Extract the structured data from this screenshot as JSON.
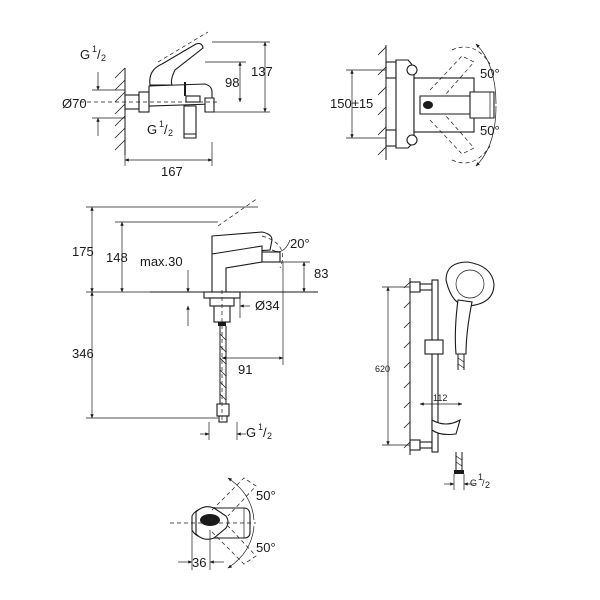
{
  "bath_mixer": {
    "dims": {
      "thread": "G",
      "thread_num": "1",
      "thread_den": "2",
      "diameter": "Ø70",
      "d98": "98",
      "d137": "137",
      "d167": "167"
    }
  },
  "thermostat": {
    "dims": {
      "center": "150±15",
      "angle_top": "50°",
      "angle_bottom": "50°"
    }
  },
  "basin_mixer": {
    "dims": {
      "d175": "175",
      "d148": "148",
      "max": "max.30",
      "angle": "20°",
      "d83": "83",
      "d34": "Ø34",
      "d346": "346",
      "d91": "91",
      "thread": "G",
      "thread_num": "1",
      "thread_den": "2"
    }
  },
  "shower_set": {
    "dims": {
      "d620": "620",
      "d112": "112",
      "thread": "G",
      "thread_num": "1",
      "thread_den": "2"
    }
  },
  "basin_top": {
    "dims": {
      "angle_top": "50°",
      "angle_bottom": "50°",
      "d36": "36"
    }
  }
}
